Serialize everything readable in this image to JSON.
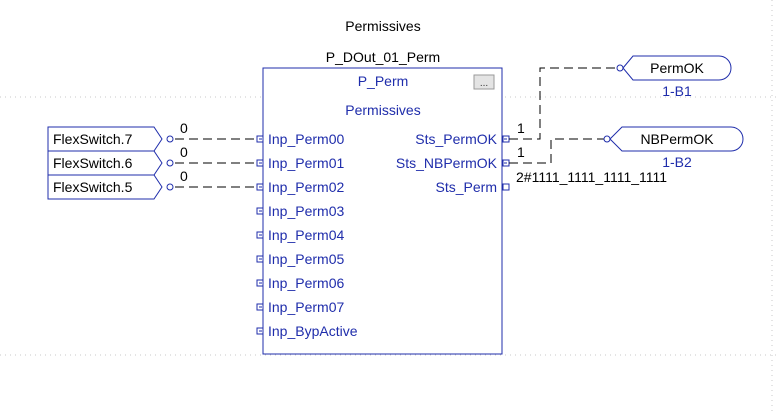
{
  "sheet_title": "Permissives",
  "block": {
    "tag": "P_DOut_01_Perm",
    "type": "P_Perm",
    "description": "Permissives",
    "properties_button": "...",
    "inputs": [
      "Inp_Perm00",
      "Inp_Perm01",
      "Inp_Perm02",
      "Inp_Perm03",
      "Inp_Perm04",
      "Inp_Perm05",
      "Inp_Perm06",
      "Inp_Perm07",
      "Inp_BypActive"
    ],
    "outputs": [
      "Sts_PermOK",
      "Sts_NBPermOK",
      "Sts_Perm"
    ]
  },
  "input_refs": [
    {
      "tag": "FlexSwitch.7",
      "value": "0"
    },
    {
      "tag": "FlexSwitch.6",
      "value": "0"
    },
    {
      "tag": "FlexSwitch.5",
      "value": "0"
    }
  ],
  "output_values": {
    "sts_permok": "1",
    "sts_nbpermok": "1",
    "sts_perm": "2#1111_1111_1111_1111"
  },
  "output_refs": [
    {
      "tag": "PermOK",
      "xref": "1-B1"
    },
    {
      "tag": "NBPermOK",
      "xref": "1-B2"
    }
  ],
  "colors": {
    "block": "#1f2dab",
    "wire": "#000000",
    "grid": "#c8c8c8"
  }
}
